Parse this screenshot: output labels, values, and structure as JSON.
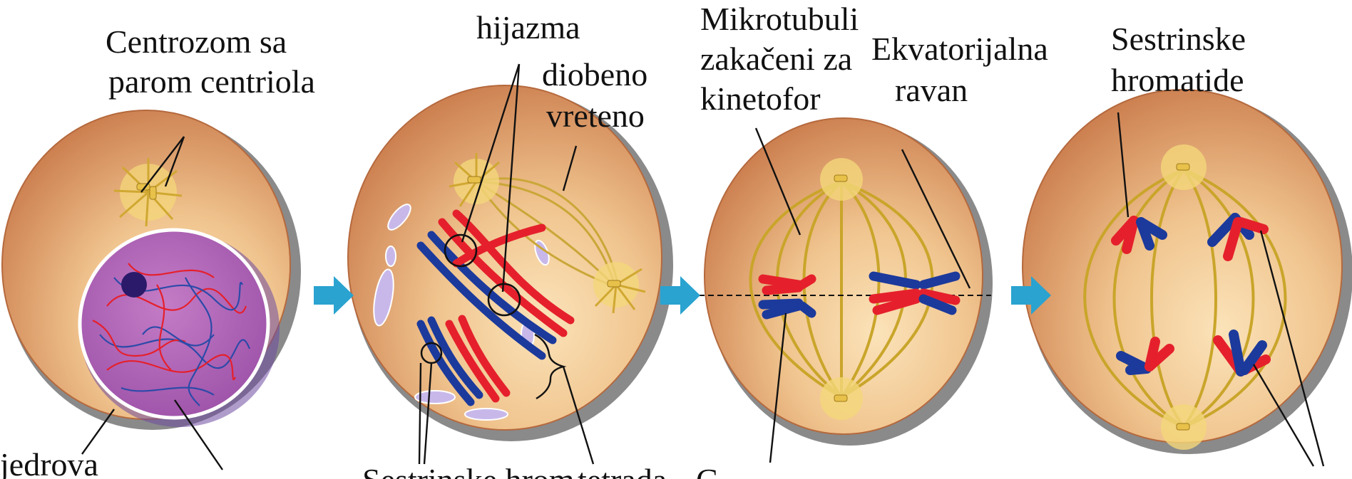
{
  "diagram": {
    "labels": {
      "centrosome_line1": "Centrozom sa",
      "centrosome_line2": "parom centriola",
      "nuclear_envelope_fragment": "jedrova",
      "chiasma": "hijazma",
      "spindle_line1": "diobeno",
      "spindle_line2": "vreteno",
      "homologous_fragment": "Sestrinske hrom",
      "tetrad_fragment": "tetrada",
      "microtubules_line1": "Mikrotubuli",
      "microtubules_line2": "zakačeni za",
      "microtubules_line3": "kinetofor",
      "equatorial_line1": "Ekvatorijalna",
      "equatorial_line2": "ravan",
      "centromere_fragment": "C",
      "sister_line1": "Sestrinske",
      "sister_line2": "hromatide"
    },
    "colors": {
      "cell_fill": "#e9a36e",
      "cell_shadow": "#8e8e8e",
      "nucleus": "#b467b5",
      "arrow": "#2aa3d0",
      "chromosome_red": "#e5202c",
      "chromosome_blue": "#1c3a9c",
      "spindle": "#c9a52a"
    }
  }
}
